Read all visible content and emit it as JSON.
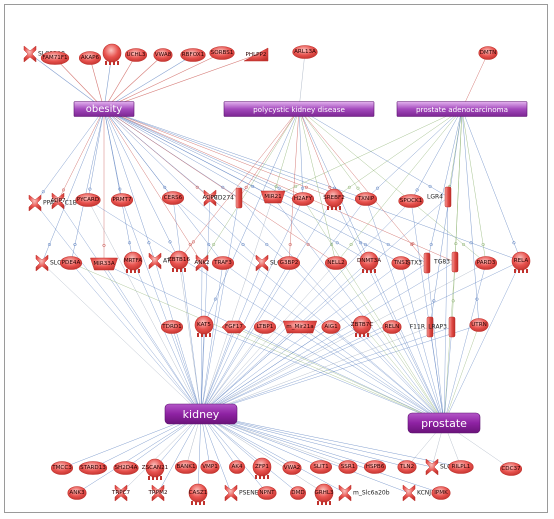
{
  "colors": {
    "gene_fill": "#e8534f",
    "gene_fill_light": "#f6a7a3",
    "gene_stroke": "#c0312c",
    "disease_fill": "#9b38b6",
    "disease_fill_light": "#d9a6e6",
    "organ_fill": "#8a1c9e",
    "edge_blue": "#5a7fbf",
    "edge_red": "#c8504b",
    "edge_green": "#8ab06e",
    "edge_gray": "#9aa6b8"
  },
  "diseases": [
    {
      "id": "obesity",
      "label": "obesity"
    },
    {
      "id": "pkd",
      "label": "polycystic kidney disease"
    },
    {
      "id": "prost_adeno",
      "label": "prostate adenocarcinoma"
    }
  ],
  "organs": [
    {
      "id": "kidney",
      "label": "kidney"
    },
    {
      "id": "prostate",
      "label": "prostate"
    }
  ],
  "genes": [
    {
      "id": "SLC12A8",
      "label": "SLC12A8",
      "shape": "x"
    },
    {
      "id": "FAM71F1",
      "label": "FAM71F1",
      "shape": "oval"
    },
    {
      "id": "AKAP6",
      "label": "AKAP6",
      "shape": "oval"
    },
    {
      "id": "g_top_blank",
      "label": "",
      "shape": "tower"
    },
    {
      "id": "UCHL3",
      "label": "UCHL3",
      "shape": "oval"
    },
    {
      "id": "VWA8",
      "label": "VWA8",
      "shape": "oval"
    },
    {
      "id": "RBFOX1",
      "label": "RBFOX1",
      "shape": "oval"
    },
    {
      "id": "SORBS1",
      "label": "SORBS1",
      "shape": "oval"
    },
    {
      "id": "PHLPP2",
      "label": "PHLPP2",
      "shape": "tri"
    },
    {
      "id": "ARL13A",
      "label": "ARL13A",
      "shape": "oval"
    },
    {
      "id": "DMTN",
      "label": "DMTN",
      "shape": "oval"
    },
    {
      "id": "PPARGC1B",
      "label": "PPARG C1B",
      "shape": "x"
    },
    {
      "id": "AQP7",
      "label": "AQP7",
      "shape": "x"
    },
    {
      "id": "PYCARD",
      "label": "PYCARD",
      "shape": "oval"
    },
    {
      "id": "PRMT7",
      "label": "PRMT7",
      "shape": "oval"
    },
    {
      "id": "CERS6",
      "label": "CERS6",
      "shape": "oval"
    },
    {
      "id": "AQP9",
      "label": "AQP9",
      "shape": "x"
    },
    {
      "id": "CD274",
      "label": "CD274",
      "shape": "bar"
    },
    {
      "id": "MIR21",
      "label": "MIR21",
      "shape": "rna"
    },
    {
      "id": "H2AFY",
      "label": "H2AFY",
      "shape": "oval"
    },
    {
      "id": "SREBF2",
      "label": "SREBF2",
      "shape": "tower"
    },
    {
      "id": "TXNIP",
      "label": "TXNIP",
      "shape": "oval"
    },
    {
      "id": "SPOCK1",
      "label": "SPOCK1",
      "shape": "oval"
    },
    {
      "id": "LGR4",
      "label": "LGR4",
      "shape": "bar"
    },
    {
      "id": "SLC15A3",
      "label": "SLC15A3",
      "shape": "x"
    },
    {
      "id": "PDE4A",
      "label": "PDE4A",
      "shape": "oval"
    },
    {
      "id": "MIR33A",
      "label": "MIR33A",
      "shape": "rna"
    },
    {
      "id": "MRTFA",
      "label": "MRTFA",
      "shape": "tower"
    },
    {
      "id": "ATP10D",
      "label": "ATP10D",
      "shape": "x"
    },
    {
      "id": "ZBTB16",
      "label": "ZBTB16",
      "shape": "tower"
    },
    {
      "id": "ANK2",
      "label": "ANK2",
      "shape": "x"
    },
    {
      "id": "TRAF3",
      "label": "TRAF3",
      "shape": "oval"
    },
    {
      "id": "SLC2A9",
      "label": "SLC2A9",
      "shape": "x"
    },
    {
      "id": "G3BP2",
      "label": "G3BP2",
      "shape": "oval"
    },
    {
      "id": "NELL2",
      "label": "NELL2",
      "shape": "oval"
    },
    {
      "id": "DNMT3A",
      "label": "DNMT3A",
      "shape": "tower"
    },
    {
      "id": "TNS1",
      "label": "TNS1",
      "shape": "oval"
    },
    {
      "id": "STX3",
      "label": "STX3",
      "shape": "bar"
    },
    {
      "id": "TG83",
      "label": "TG83",
      "shape": "bar"
    },
    {
      "id": "PARD3",
      "label": "PARD3",
      "shape": "oval"
    },
    {
      "id": "RELA",
      "label": "RELA",
      "shape": "tower"
    },
    {
      "id": "TDRD1",
      "label": "TDRD1",
      "shape": "oval"
    },
    {
      "id": "KAT5",
      "label": "KAT5",
      "shape": "tower"
    },
    {
      "id": "FGF17",
      "label": "FGF17",
      "shape": "diamond"
    },
    {
      "id": "LTBP1",
      "label": "LTBP1",
      "shape": "oval"
    },
    {
      "id": "m_Mir21a",
      "label": "m_Mir21a",
      "shape": "rna"
    },
    {
      "id": "AIG1",
      "label": "AIG1",
      "shape": "oval"
    },
    {
      "id": "ZBTB7C",
      "label": "ZBTB7C",
      "shape": "tower"
    },
    {
      "id": "RELN",
      "label": "RELN",
      "shape": "oval"
    },
    {
      "id": "F11R",
      "label": "F11R",
      "shape": "bar"
    },
    {
      "id": "LRAP3",
      "label": "LRAP3",
      "shape": "bar"
    },
    {
      "id": "UTRN",
      "label": "UTRN",
      "shape": "oval"
    },
    {
      "id": "TMCC3",
      "label": "TMCC3",
      "shape": "oval"
    },
    {
      "id": "STARD13",
      "label": "STARD13",
      "shape": "oval"
    },
    {
      "id": "SH2D4A",
      "label": "SH2D4A",
      "shape": "oval"
    },
    {
      "id": "ZSCAN21",
      "label": "ZSCAN21",
      "shape": "tower"
    },
    {
      "id": "BANK1",
      "label": "BANK1",
      "shape": "oval"
    },
    {
      "id": "VMP1",
      "label": "VMP1",
      "shape": "oval"
    },
    {
      "id": "AK4",
      "label": "AK4",
      "shape": "oval"
    },
    {
      "id": "ZFP1",
      "label": "ZFP1",
      "shape": "tower"
    },
    {
      "id": "VWA2",
      "label": "VWA2",
      "shape": "oval"
    },
    {
      "id": "SLIT1",
      "label": "SLIT1",
      "shape": "oval"
    },
    {
      "id": "SSR1",
      "label": "SSR1",
      "shape": "oval"
    },
    {
      "id": "HSPB6",
      "label": "HSPB6",
      "shape": "oval"
    },
    {
      "id": "TLN2",
      "label": "TLN2",
      "shape": "oval"
    },
    {
      "id": "SLC6A20",
      "label": "SLC6A20",
      "shape": "x"
    },
    {
      "id": "RILPL1",
      "label": "RILPL1",
      "shape": "oval"
    },
    {
      "id": "CDC37",
      "label": "CDC37",
      "shape": "oval"
    },
    {
      "id": "ANK3",
      "label": "ANK3",
      "shape": "oval"
    },
    {
      "id": "TRPC7",
      "label": "TRPC7",
      "shape": "x"
    },
    {
      "id": "TRPM2",
      "label": "TRPM2",
      "shape": "x"
    },
    {
      "id": "CASZ1",
      "label": "CASZ1",
      "shape": "tower"
    },
    {
      "id": "PSENEN",
      "label": "PSENEN",
      "shape": "x"
    },
    {
      "id": "NPNT",
      "label": "NPNT",
      "shape": "oval"
    },
    {
      "id": "DMD",
      "label": "DMD",
      "shape": "oval"
    },
    {
      "id": "GRHL3",
      "label": "GRHL3",
      "shape": "tower"
    },
    {
      "id": "m_Slc6a20b",
      "label": "m_Slc6a20b",
      "shape": "x"
    },
    {
      "id": "KCNJ15",
      "label": "KCNJ15",
      "shape": "x"
    },
    {
      "id": "IPMK",
      "label": "IPMK",
      "shape": "oval"
    }
  ]
}
